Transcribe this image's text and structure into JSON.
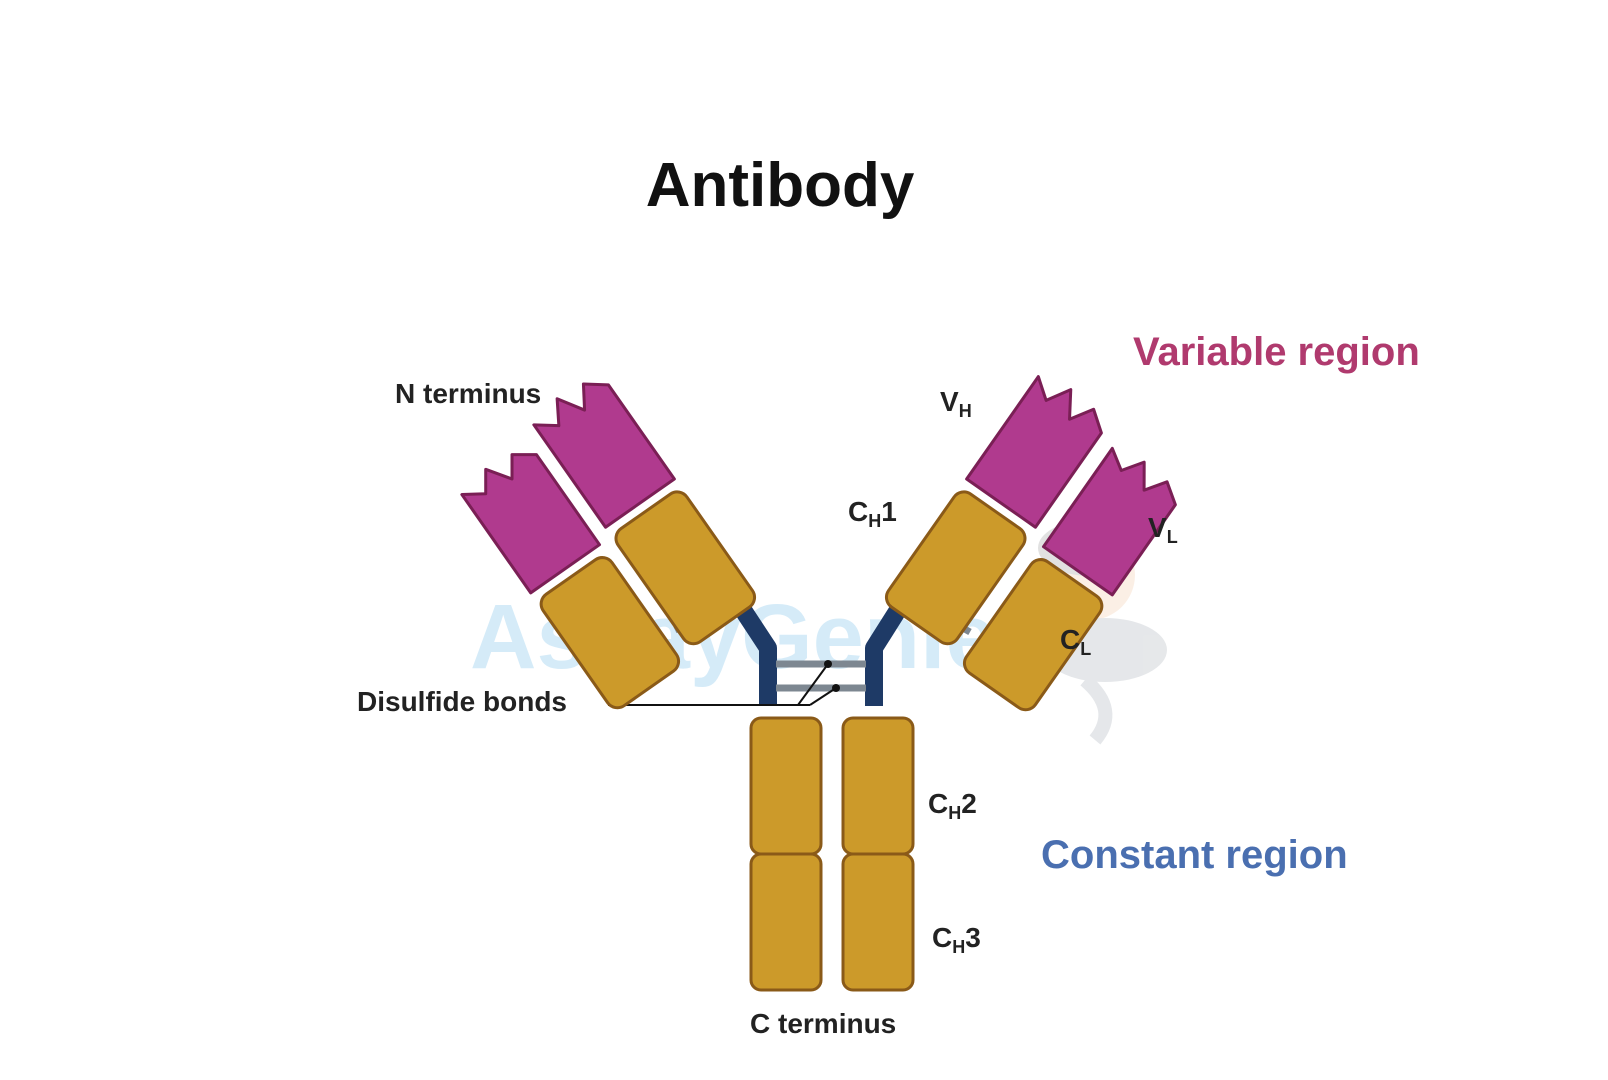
{
  "title": "Antibody",
  "labels": {
    "n_terminus": "N terminus",
    "c_terminus": "C terminus",
    "disulfide_bonds": "Disulfide bonds",
    "vh": {
      "main": "V",
      "sub": "H"
    },
    "vl": {
      "main": "V",
      "sub": "L"
    },
    "ch1": {
      "main": "C",
      "sub": "H",
      "suffix": "1"
    },
    "ch2": {
      "main": "C",
      "sub": "H",
      "suffix": "2"
    },
    "ch3": {
      "main": "C",
      "sub": "H",
      "suffix": "3"
    },
    "cl": {
      "main": "C",
      "sub": "L"
    }
  },
  "regions": {
    "variable": "Variable region",
    "constant": "Constant region"
  },
  "watermark": "AssayGenie",
  "colors": {
    "variable_domain": "#b03a8e",
    "constant_domain": "#cc9a2a",
    "hinge": "#1e3a66",
    "bond": "#7d8791",
    "variable_text": "#b03a6e",
    "constant_text": "#4a6fb0"
  }
}
